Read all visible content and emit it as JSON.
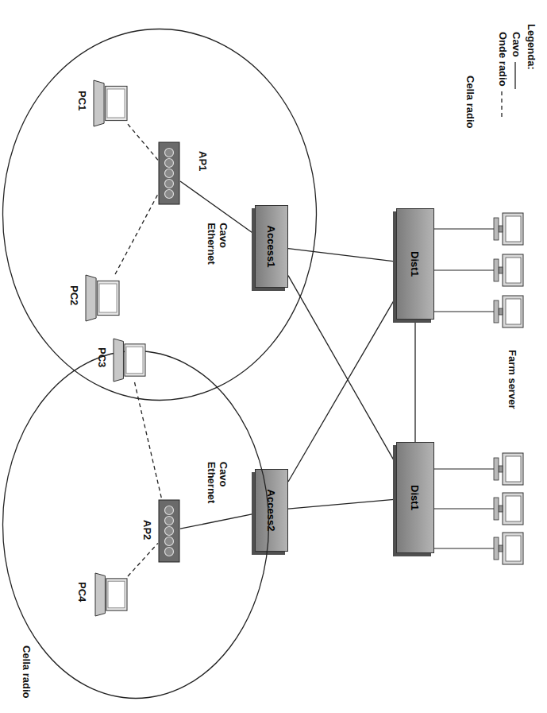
{
  "diagram": {
    "nodes": [
      {
        "text": [
          "Dist1"
        ]
      },
      {
        "text": [
          "Dist1"
        ]
      },
      {
        "text": [
          "Access1"
        ]
      },
      {
        "text": [
          "Access2"
        ]
      },
      {
        "text": [
          "Cella radio"
        ]
      },
      {
        "text": [
          "AP1"
        ],
        "in": 4
      },
      {
        "text": [
          "PC1"
        ],
        "in": 4
      },
      {
        "text": [
          "PC2"
        ],
        "in": 4
      },
      {
        "text": [
          "Cella radio"
        ]
      },
      {
        "text": [
          "AP2"
        ],
        "in": 8
      },
      {
        "text": [
          "PC3"
        ],
        "in": 8
      },
      {
        "text": [
          "PC4"
        ],
        "in": 8
      }
    ],
    "edges": [
      {
        "from": 2,
        "to": 0,
        "arrow": "none"
      },
      {
        "from": 2,
        "to": 1,
        "arrow": "none"
      },
      {
        "from": 3,
        "to": 0,
        "arrow": "none"
      },
      {
        "from": 3,
        "to": 1,
        "arrow": "none"
      },
      {
        "from": 0,
        "to": 1,
        "arrow": "none"
      },
      {
        "from": 5,
        "to": 2,
        "label": "Cavo Ethernet",
        "arrow": "none"
      },
      {
        "from": 9,
        "to": 3,
        "label": "Cavo Ethernet",
        "arrow": "none"
      },
      {
        "from": 6,
        "to": 5,
        "arrow": "none"
      },
      {
        "from": 7,
        "to": 5,
        "arrow": "none"
      },
      {
        "from": 10,
        "to": 9,
        "arrow": "none"
      },
      {
        "from": 11,
        "to": 9,
        "arrow": "none"
      }
    ],
    "labels": [
      "Legenda:",
      "Farm server"
    ],
    "legend": [
      {
        "text": "Cavo"
      },
      {
        "text": "Onde radio"
      }
    ]
  }
}
